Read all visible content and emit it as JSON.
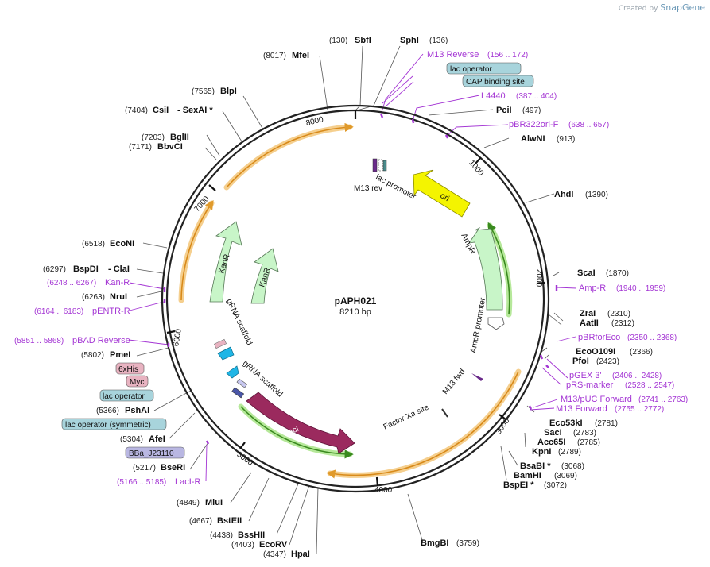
{
  "app": {
    "credit_prefix": "Created by",
    "credit_brand": "SnapGene"
  },
  "plasmid": {
    "name": "pAPH021",
    "size_label": "8210 bp",
    "length_bp": 8210
  },
  "colors": {
    "backbone": "#222222",
    "enzyme_line": "#555555",
    "primer": "#a436d4",
    "orange_glow": "#f5cf8e",
    "green_glow": "#b6e89a",
    "operator_box": "#a8d4dc",
    "tag_box": "#e8b3c1",
    "part_box": "#b9b7e2",
    "kanr": "#c8f5c8",
    "ampr": "#c8f5c8",
    "ori": "#f4f400",
    "laci": "#9b2a5e",
    "cyan": "#20b6e6"
  },
  "ticks": [
    "1000",
    "2000",
    "3000",
    "4000",
    "5000",
    "6000",
    "7000",
    "8000"
  ],
  "enzymes": [
    {
      "name": "SbfI",
      "pos": "(130)"
    },
    {
      "name": "SphI",
      "pos": "(136)"
    },
    {
      "name": "PciI",
      "pos": "(497)"
    },
    {
      "name": "AlwNI",
      "pos": "(913)"
    },
    {
      "name": "AhdI",
      "pos": "(1390)"
    },
    {
      "name": "ScaI",
      "pos": "(1870)"
    },
    {
      "name": "ZraI",
      "pos": "(2310)"
    },
    {
      "name": "AatII",
      "pos": "(2312)"
    },
    {
      "name": "EcoO109I",
      "pos": "(2366)"
    },
    {
      "name": "PfoI",
      "pos": "(2423)"
    },
    {
      "name": "Eco53kI",
      "pos": "(2781)"
    },
    {
      "name": "SacI",
      "pos": "(2783)"
    },
    {
      "name": "Acc65I",
      "pos": "(2785)"
    },
    {
      "name": "KpnI",
      "pos": "(2789)"
    },
    {
      "name": "BsaBI *",
      "pos": "(3068)"
    },
    {
      "name": "BamHI",
      "pos": "(3069)"
    },
    {
      "name": "BspEI *",
      "pos": "(3072)"
    },
    {
      "name": "BmgBI",
      "pos": "(3759)"
    },
    {
      "name": "HpaI",
      "pos": "(4347)"
    },
    {
      "name": "EcoRV",
      "pos": "(4403)"
    },
    {
      "name": "BssHII",
      "pos": "(4438)"
    },
    {
      "name": "BstEII",
      "pos": "(4667)"
    },
    {
      "name": "MluI",
      "pos": "(4849)"
    },
    {
      "name": "BseRI",
      "pos": "(5217)"
    },
    {
      "name": "AfeI",
      "pos": "(5304)"
    },
    {
      "name": "PshAI",
      "pos": "(5366)"
    },
    {
      "name": "PmeI",
      "pos": "(5802)"
    },
    {
      "name": "NruI",
      "pos": "(6263)"
    },
    {
      "name": "BspDI",
      "pos": "(6297)"
    },
    {
      "name": "EcoNI",
      "pos": "(6518)"
    },
    {
      "name": "BbvCI",
      "pos": "(7171)"
    },
    {
      "name": "BglII",
      "pos": "(7203)"
    },
    {
      "name": "CsiI",
      "pos": "(7404)"
    },
    {
      "name": "BlpI",
      "pos": "(7565)"
    },
    {
      "name": "MfeI",
      "pos": "(8017)"
    }
  ],
  "extra_labels": {
    "clai": "- ClaI",
    "sexai": "- SexAI *"
  },
  "primers": [
    {
      "name": "M13 Reverse",
      "range": "(156 .. 172)"
    },
    {
      "name": "L4440",
      "range": "(387 .. 404)"
    },
    {
      "name": "pBR322ori-F",
      "range": "(638 .. 657)"
    },
    {
      "name": "Amp-R",
      "range": "(1940 .. 1959)"
    },
    {
      "name": "pBRforEco",
      "range": "(2350 .. 2368)"
    },
    {
      "name": "pGEX 3'",
      "range": "(2406 .. 2428)"
    },
    {
      "name": "pRS-marker",
      "range": "(2528 .. 2547)"
    },
    {
      "name": "M13/pUC Forward",
      "range": "(2741 .. 2763)"
    },
    {
      "name": "M13 Forward",
      "range": "(2755 .. 2772)"
    },
    {
      "name": "LacI-R",
      "range": "(5166 .. 5185)"
    },
    {
      "name": "pBAD Reverse",
      "range": "(5851 .. 5868)"
    },
    {
      "name": "pENTR-R",
      "range": "(6164 .. 6183)"
    },
    {
      "name": "Kan-R",
      "range": "(6248 .. 6267)"
    }
  ],
  "boxes": [
    {
      "label": "lac operator"
    },
    {
      "label": "CAP binding site"
    },
    {
      "label": "6xHis"
    },
    {
      "label": "Myc"
    },
    {
      "label": "lac operator"
    },
    {
      "label": "lac operator (symmetric)"
    },
    {
      "label": "BBa_J23110"
    }
  ],
  "features": [
    {
      "label": "lac promoter"
    },
    {
      "label": "M13 rev"
    },
    {
      "label": "ori"
    },
    {
      "label": "AmpR"
    },
    {
      "label": "AmpR promoter"
    },
    {
      "label": "M13 fwd"
    },
    {
      "label": "Factor Xa site"
    },
    {
      "label": "lacI"
    },
    {
      "label": "gRNA scaffold"
    },
    {
      "label": "gRNA scaffold"
    },
    {
      "label": "KanR"
    },
    {
      "label": "KanR"
    }
  ]
}
